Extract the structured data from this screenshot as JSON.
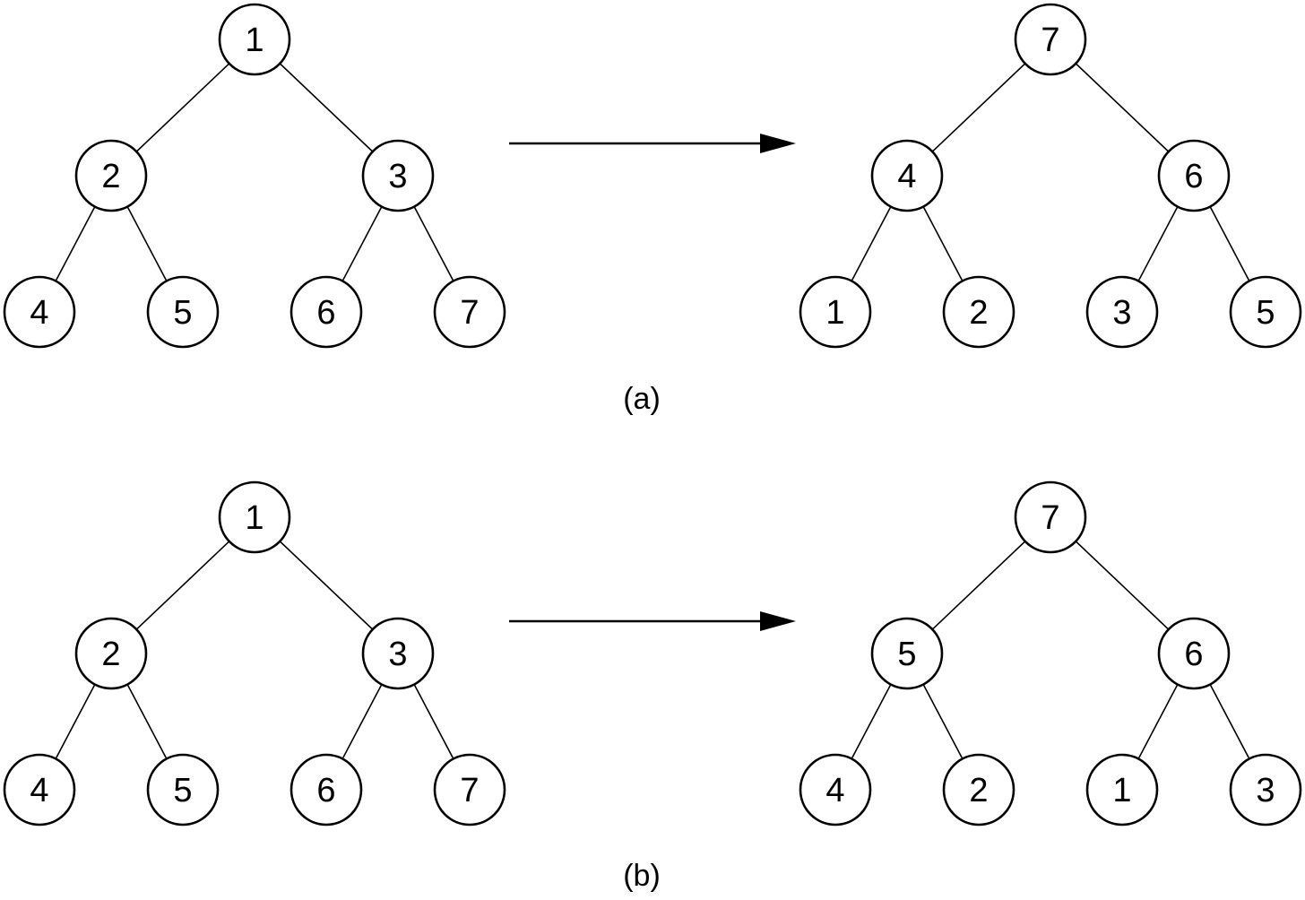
{
  "panels": [
    {
      "caption": "(a)",
      "before_tree": [
        "1",
        "2",
        "3",
        "4",
        "5",
        "6",
        "7"
      ],
      "after_tree": [
        "7",
        "4",
        "6",
        "1",
        "2",
        "3",
        "5"
      ]
    },
    {
      "caption": "(b)",
      "before_tree": [
        "1",
        "2",
        "3",
        "4",
        "5",
        "6",
        "7"
      ],
      "after_tree": [
        "7",
        "5",
        "6",
        "4",
        "2",
        "1",
        "3"
      ]
    }
  ],
  "colors": {
    "stroke": "#000000",
    "node_fill": "#ffffff",
    "background": "#ffffff"
  }
}
